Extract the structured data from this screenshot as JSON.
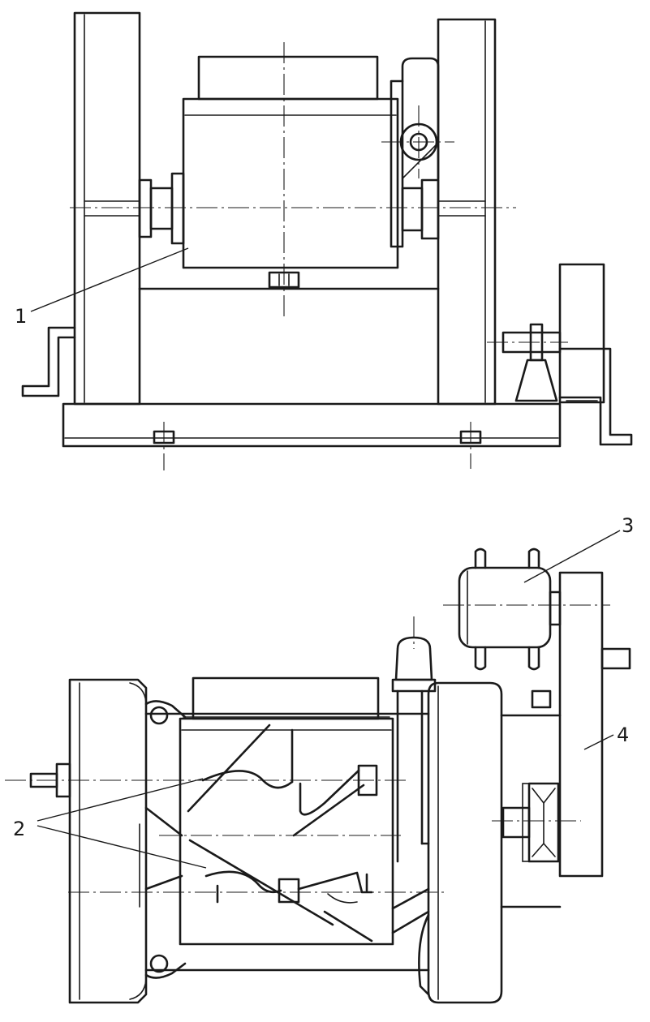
{
  "labels": {
    "callout_1": "1",
    "callout_2": "2",
    "callout_3": "3",
    "callout_4": "4"
  }
}
